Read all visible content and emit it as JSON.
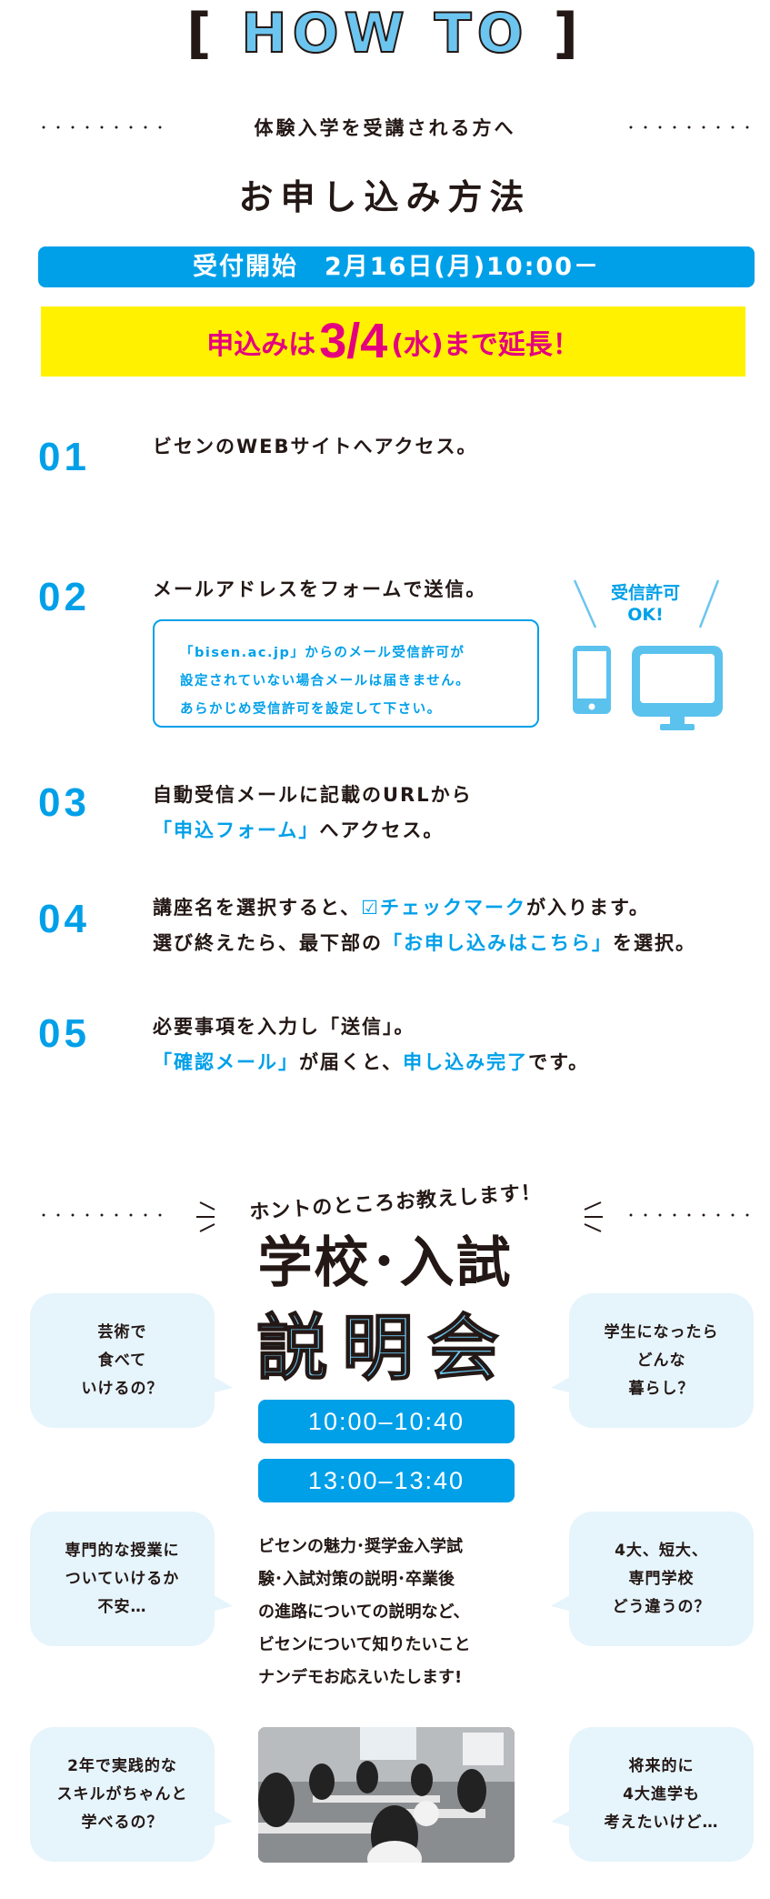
{
  "header": {
    "bracket_left": "[",
    "title": "HOW TO",
    "bracket_right": "]"
  },
  "apply": {
    "subtitle": "体験入学を受講される方へ",
    "title": "お申し込み方法",
    "start_bar": "受付開始　2月16日(月)10:00－",
    "deadline": {
      "prefix": "申込みは",
      "date": "3/4",
      "suffix": "(水)まで延長！"
    }
  },
  "steps": [
    {
      "num": "01",
      "lines": [
        "ビセンのWEBサイトへアクセス。"
      ]
    },
    {
      "num": "02",
      "lines": [
        "メールアドレスをフォームで送信。"
      ],
      "note": [
        "「bisen.ac.jp」からのメール受信許可が",
        "設定されていない場合メールは届きません。",
        "あらかじめ受信許可を設定して下さい。"
      ],
      "badge": [
        "受信許可",
        "OK!"
      ]
    },
    {
      "num": "03",
      "line1": "自動受信メールに記載のURLから",
      "line2_hl": "「申込フォーム」",
      "line2_rest": "へアクセス。"
    },
    {
      "num": "04",
      "line1_a": "講座名を選択すると、",
      "line1_hl": "チェックマーク",
      "line1_b": "が入ります。",
      "line2_a": "選び終えたら、最下部の",
      "line2_hl": "「お申し込みはこちら」",
      "line2_b": "を選択。"
    },
    {
      "num": "05",
      "line1": "必要事項を入力し「送信」。",
      "line2_hl": "「確認メール」",
      "line2_a": "が届くと、",
      "line2_hl2": "申し込み完了",
      "line2_b": "です。"
    }
  ],
  "briefing": {
    "tagline": "ホントのところお教えします！",
    "title1": "学校･入試",
    "title2": "説明会",
    "times": [
      "10:00–10:40",
      "13:00–13:40"
    ],
    "description": [
      "ビセンの魅力･奨学金入学試",
      "験･入試対策の説明･卒業後",
      "の進路についての説明など、",
      "ビセンについて知りたいこと",
      "ナンデモお応えいたします!"
    ],
    "bubbles_left": [
      [
        "芸術で",
        "食べて",
        "いけるの？"
      ],
      [
        "専門的な授業に",
        "ついていけるか",
        "不安…"
      ],
      [
        "2年で実践的な",
        "スキルがちゃんと",
        "学べるの？"
      ]
    ],
    "bubbles_right": [
      [
        "学生になったら",
        "どんな",
        "暮らし？"
      ],
      [
        "4大、短大、",
        "専門学校",
        "どう違うの？"
      ],
      [
        "将来的に",
        "4大進学も",
        "考えたいけど…"
      ]
    ]
  },
  "colors": {
    "blue": "#00a0e9",
    "light_blue": "#6cc5ef",
    "yellow": "#fff100",
    "pink": "#e4007f",
    "bubble": "#e6f4fc"
  }
}
